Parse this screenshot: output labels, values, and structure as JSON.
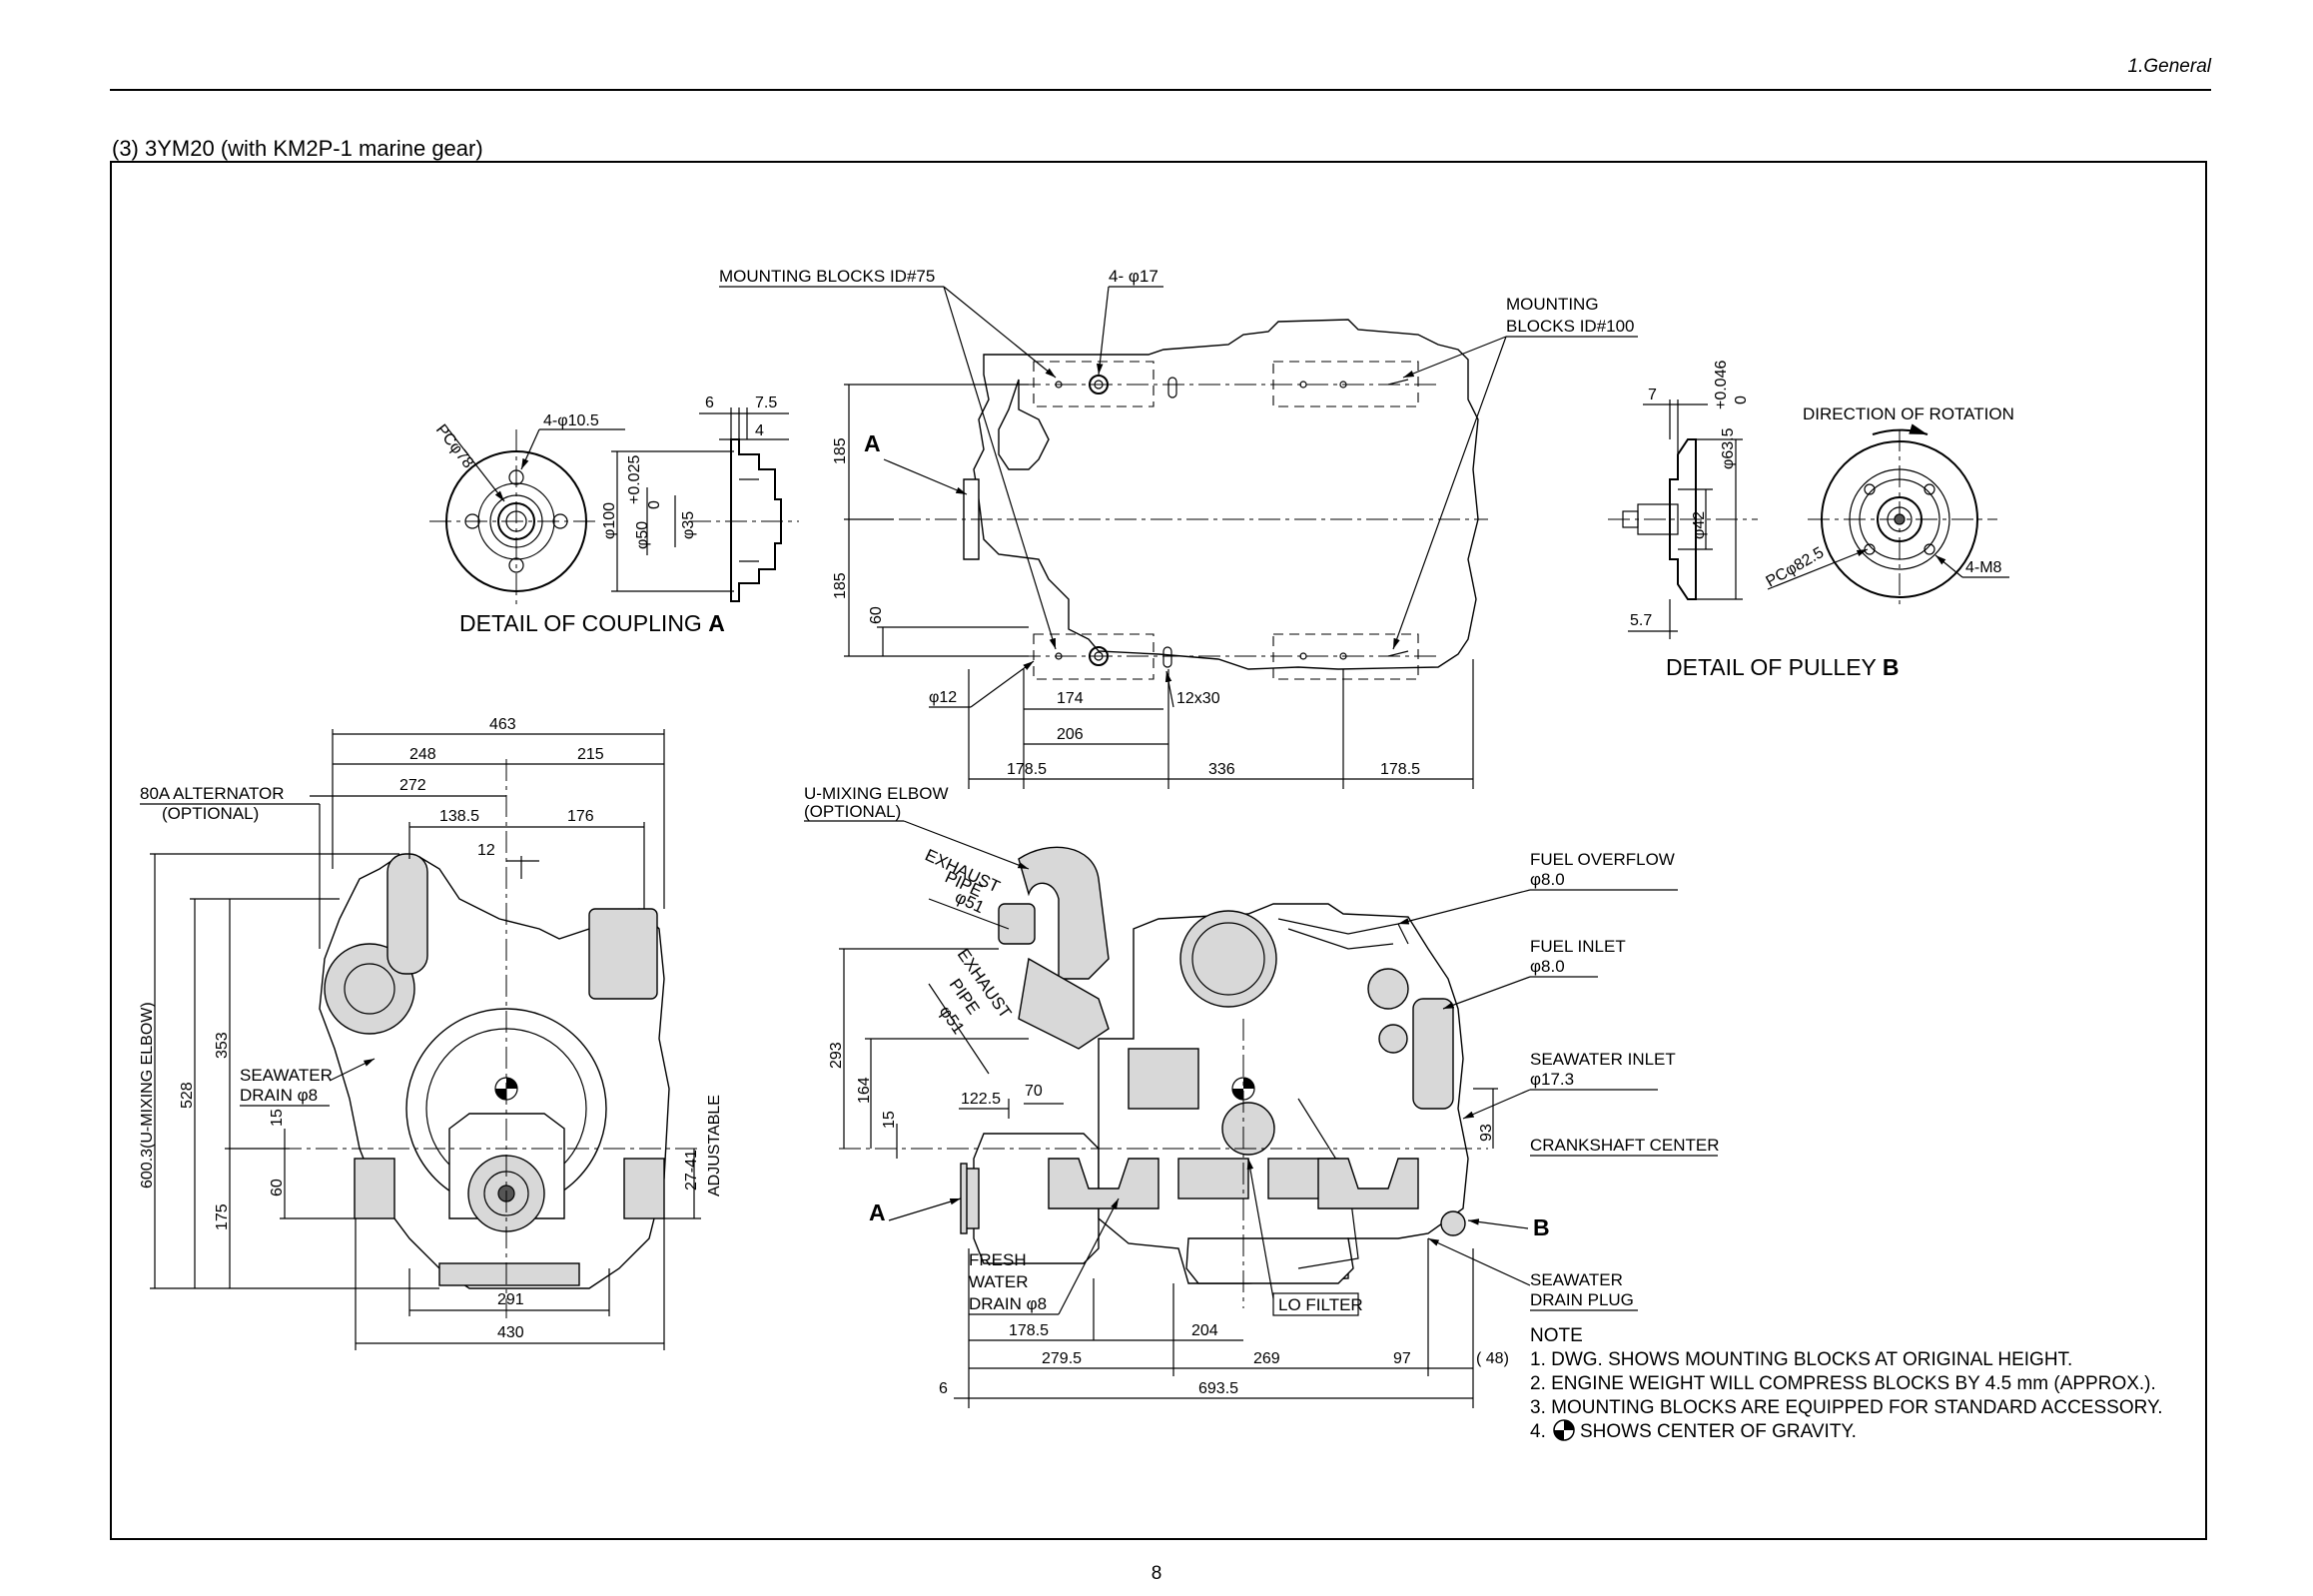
{
  "header": {
    "section": "1.General",
    "page_number": "8"
  },
  "title": "(3)  3YM20 (with KM2P-1 marine gear)",
  "coupling": {
    "caption_prefix": "DETAIL OF COUPLING ",
    "caption_letter": "A",
    "pcd": "PCφ78",
    "holes": "4-φ10.5",
    "d_outer": "φ100",
    "d_spigot": "φ50",
    "tol_upper": "+0.025",
    "tol_lower": "0",
    "d_inner": "φ35",
    "w1": "6",
    "w2": "7.5",
    "w3": "4"
  },
  "plan": {
    "mounting75": "MOUNTING BLOCKS ID#75",
    "holes17": "4- φ17",
    "mounting100_l1": "MOUNTING",
    "mounting100_l2": "BLOCKS ID#100",
    "a_label": "A",
    "d185_top": "185",
    "d185_bot": "185",
    "d60": "60",
    "d12": "φ12",
    "d174": "174",
    "slot": "12x30",
    "d206": "206",
    "d1785_l": "178.5",
    "d336": "336",
    "d1785_r": "178.5"
  },
  "pulley": {
    "caption_prefix": "DETAIL OF PULLEY ",
    "caption_letter": "B",
    "d7": "7",
    "tol_upper": "+0.046",
    "tol_lower": "0",
    "d635": "φ63.5",
    "d42": "φ42",
    "d57": "5.7",
    "rotation": "DIRECTION OF ROTATION",
    "pcd": "PCφ82.5",
    "m8": "4-M8"
  },
  "front": {
    "alt_l1": "80A ALTERNATOR",
    "alt_l2": "(OPTIONAL)",
    "d463": "463",
    "d248": "248",
    "d215": "215",
    "d272": "272",
    "d1385": "138.5",
    "d176": "176",
    "d12": "12",
    "d6003": "600.3(U-MIXING ELBOW)",
    "d528": "528",
    "d353": "353",
    "d15": "15",
    "d60": "60",
    "d175": "175",
    "sw_l1": "SEAWATER",
    "sw_l2": "DRAIN φ8",
    "d2741": "27-41",
    "adjustable": "ADJUSTABLE",
    "d291": "291",
    "d430": "430"
  },
  "side": {
    "umix_l1": "U-MIXING ELBOW",
    "umix_l2": "(OPTIONAL)",
    "exh1_l1": "EXHAUST",
    "exh1_l2": "PIPE",
    "exh1_l3": "φ51",
    "exh2_l1": "EXHAUST",
    "exh2_l2": "PIPE",
    "exh2_l3": "φ51",
    "d293": "293",
    "d164": "164",
    "d15": "15",
    "d1225": "122.5",
    "d70": "70",
    "fuel_overflow_l1": "FUEL OVERFLOW",
    "fuel_overflow_l2": "φ8.0",
    "fuel_inlet_l1": "FUEL INLET",
    "fuel_inlet_l2": "φ8.0",
    "sw_inlet_l1": "SEAWATER INLET",
    "sw_inlet_l2": "φ17.3",
    "d93": "93",
    "crankshaft": "CRANKSHAFT CENTER",
    "a_label": "A",
    "b_label": "B",
    "fw_l1": "FRESH",
    "fw_l2": "WATER",
    "fw_l3": "DRAIN φ8",
    "lo_filter": "LO FILTER",
    "swd_l1": "SEAWATER",
    "swd_l2": "DRAIN PLUG",
    "d1785": "178.5",
    "d204": "204",
    "d2795": "279.5",
    "d269": "269",
    "d97": "97",
    "d48": "( 48)",
    "d6": "6",
    "d6935": "693.5"
  },
  "notes": {
    "title": "NOTE",
    "n1": "1. DWG. SHOWS MOUNTING BLOCKS AT ORIGINAL HEIGHT.",
    "n2": "2. ENGINE WEIGHT WILL COMPRESS BLOCKS BY 4.5 mm (APPROX.).",
    "n3": "3. MOUNTING BLOCKS ARE EQUIPPED FOR STANDARD ACCESSORY.",
    "n4_prefix": "4.",
    "n4": "SHOWS CENTER OF GRAVITY."
  }
}
